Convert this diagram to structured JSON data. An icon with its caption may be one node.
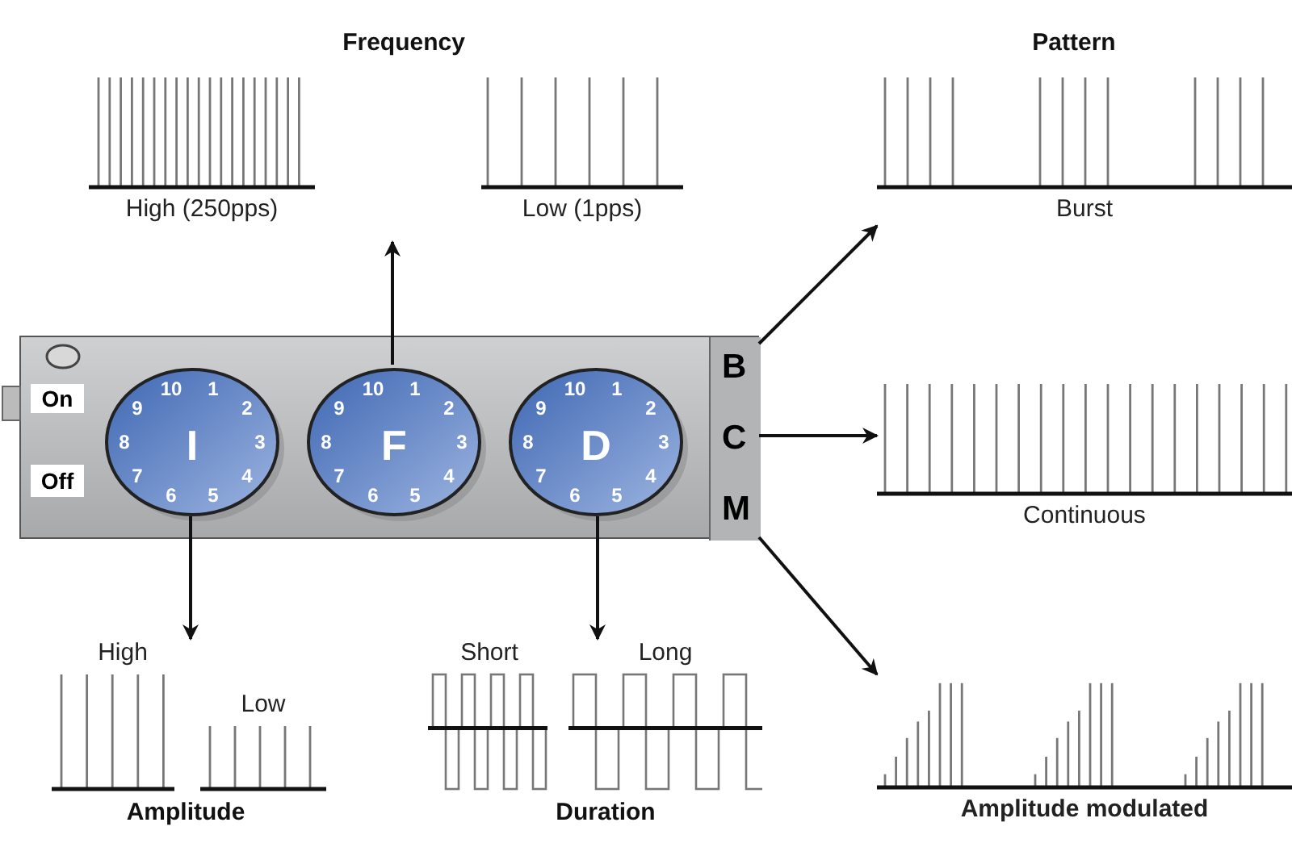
{
  "diagram": {
    "nodes": [
      {
        "text": [],
        "shape": "box"
      },
      {
        "text": [
          "On"
        ],
        "in": 0
      },
      {
        "text": [
          "Off"
        ],
        "in": 0
      },
      {
        "text": [
          "I",
          "10",
          "1",
          "2",
          "3",
          "4",
          "5",
          "6",
          "7",
          "8",
          "9"
        ],
        "in": 0
      },
      {
        "text": [
          "F",
          "10",
          "1",
          "2",
          "3",
          "4",
          "5",
          "6",
          "7",
          "8",
          "9"
        ],
        "in": 0
      },
      {
        "text": [
          "D",
          "10",
          "1",
          "2",
          "3",
          "4",
          "5",
          "6",
          "7",
          "8",
          "9"
        ],
        "in": 0
      },
      {
        "text": [
          "B",
          "C",
          "M"
        ],
        "in": 0
      },
      {
        "text": [
          "High (250pps)"
        ]
      },
      {
        "text": [
          "Low (1pps)"
        ]
      },
      {
        "text": [
          "High"
        ]
      },
      {
        "text": [
          "Low"
        ]
      },
      {
        "text": [
          "Short"
        ]
      },
      {
        "text": [
          "Long"
        ]
      },
      {
        "text": [
          "Burst"
        ]
      },
      {
        "text": [
          "Continuous"
        ]
      },
      {
        "text": [
          "Amplitude modulated"
        ]
      }
    ],
    "edges": [
      {
        "from": 4,
        "to": null,
        "arrow": "to"
      },
      {
        "from": 3,
        "to": 9,
        "arrow": "to"
      },
      {
        "from": 5,
        "to": 12,
        "arrow": "to"
      },
      {
        "from": 6,
        "to": 13,
        "arrow": "to"
      },
      {
        "from": 6,
        "to": 14,
        "arrow": "to"
      },
      {
        "from": 6,
        "to": 15,
        "arrow": "to"
      }
    ],
    "labels": [
      "Frequency",
      "Pattern",
      "Amplitude",
      "Duration"
    ]
  }
}
